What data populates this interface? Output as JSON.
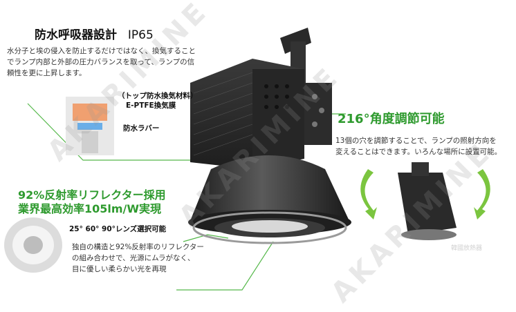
{
  "section_waterproof": {
    "title": "防水呼吸器設計",
    "rating": "IP65",
    "desc_line1": "水分子と埃の侵入を防止するだけではなく、換気すること",
    "desc_line2": "でランプ内部と外部の圧力バランスを取って、ランプの信",
    "desc_line3": "頼性を更に上昇します。",
    "label_top_a": "（トップ防水換気材料）",
    "label_top_b": "E-PTFE換気膜",
    "label_rubber": "防水ラバー"
  },
  "section_angle": {
    "title": "216°角度調節可能",
    "desc_line1": "13個の穴を調節することで、ランプの照射方向を",
    "desc_line2": "変えることはできます。いろんな場所に設置可能。"
  },
  "section_reflector": {
    "title_line1": "92%反射率リフレクター採用",
    "title_line2": "業界最高効率105lm/W実現",
    "lens_label": "25° 60° 90°レンズ選択可能",
    "desc_line1": "独自の構造と92%反射率のリフレクター",
    "desc_line2": "の組み合わせで、光源にムラがなく、",
    "desc_line3": "目に優しい柔らかい光を再現"
  },
  "watermark": {
    "text": "AKARIMINE",
    "stamp": "韓國放熱器"
  },
  "colors": {
    "accent_green": "#2e9a2e",
    "line_green": "#55b84a",
    "arrow_green": "#7bc53f",
    "lamp_dark": "#2b2b2b"
  }
}
